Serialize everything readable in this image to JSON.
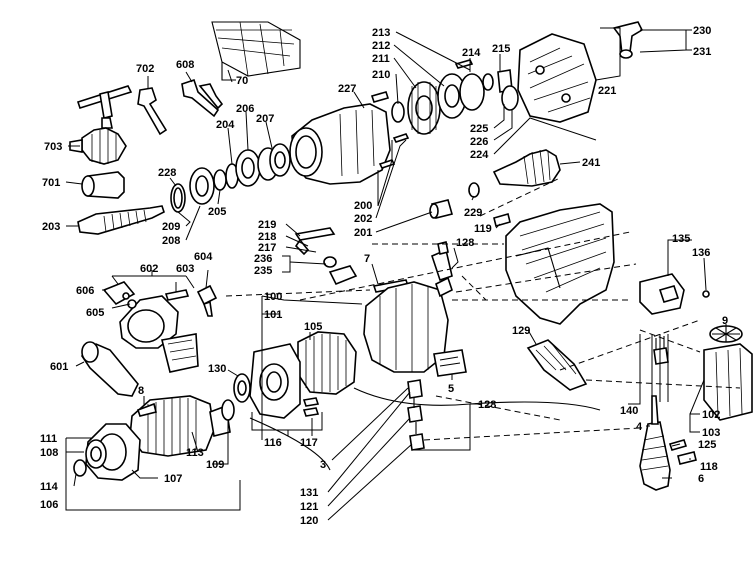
{
  "callouts": [
    {
      "id": "c213",
      "text": "213"
    },
    {
      "id": "c212",
      "text": "212"
    },
    {
      "id": "c214",
      "text": "214"
    },
    {
      "id": "c211",
      "text": "211"
    },
    {
      "id": "c215",
      "text": "215"
    },
    {
      "id": "c210",
      "text": "210"
    },
    {
      "id": "c230",
      "text": "230"
    },
    {
      "id": "c231",
      "text": "231"
    },
    {
      "id": "c221",
      "text": "221"
    },
    {
      "id": "c70",
      "text": "70"
    },
    {
      "id": "c702",
      "text": "702"
    },
    {
      "id": "c608",
      "text": "608"
    },
    {
      "id": "c227",
      "text": "227"
    },
    {
      "id": "c206",
      "text": "206"
    },
    {
      "id": "c204",
      "text": "204"
    },
    {
      "id": "c207",
      "text": "207"
    },
    {
      "id": "c225",
      "text": "225"
    },
    {
      "id": "c226",
      "text": "226"
    },
    {
      "id": "c224",
      "text": "224"
    },
    {
      "id": "c241",
      "text": "241"
    },
    {
      "id": "c703",
      "text": "703"
    },
    {
      "id": "c701",
      "text": "701"
    },
    {
      "id": "c228",
      "text": "228"
    },
    {
      "id": "c205",
      "text": "205"
    },
    {
      "id": "c209",
      "text": "209"
    },
    {
      "id": "c208",
      "text": "208"
    },
    {
      "id": "c203",
      "text": "203"
    },
    {
      "id": "c200",
      "text": "200"
    },
    {
      "id": "c202",
      "text": "202"
    },
    {
      "id": "c201",
      "text": "201"
    },
    {
      "id": "c229",
      "text": "229"
    },
    {
      "id": "c119",
      "text": "119"
    },
    {
      "id": "c219",
      "text": "219"
    },
    {
      "id": "c218",
      "text": "218"
    },
    {
      "id": "c217",
      "text": "217"
    },
    {
      "id": "c236",
      "text": "236"
    },
    {
      "id": "c235",
      "text": "235"
    },
    {
      "id": "c128a",
      "text": "128"
    },
    {
      "id": "c135",
      "text": "135"
    },
    {
      "id": "c136",
      "text": "136"
    },
    {
      "id": "c602",
      "text": "602"
    },
    {
      "id": "c606",
      "text": "606"
    },
    {
      "id": "c603",
      "text": "603"
    },
    {
      "id": "c604",
      "text": "604"
    },
    {
      "id": "c605",
      "text": "605"
    },
    {
      "id": "c7",
      "text": "7"
    },
    {
      "id": "c100",
      "text": "100"
    },
    {
      "id": "c101",
      "text": "101"
    },
    {
      "id": "c105",
      "text": "105"
    },
    {
      "id": "c601",
      "text": "601"
    },
    {
      "id": "c9",
      "text": "9"
    },
    {
      "id": "c129",
      "text": "129"
    },
    {
      "id": "c130",
      "text": "130"
    },
    {
      "id": "c5",
      "text": "5"
    },
    {
      "id": "c8",
      "text": "8"
    },
    {
      "id": "c140",
      "text": "140"
    },
    {
      "id": "c102",
      "text": "102"
    },
    {
      "id": "c103",
      "text": "103"
    },
    {
      "id": "c128b",
      "text": "128"
    },
    {
      "id": "c4",
      "text": "4"
    },
    {
      "id": "c125",
      "text": "125"
    },
    {
      "id": "c111",
      "text": "111"
    },
    {
      "id": "c116",
      "text": "116"
    },
    {
      "id": "c117",
      "text": "117"
    },
    {
      "id": "c108",
      "text": "108"
    },
    {
      "id": "c113",
      "text": "113"
    },
    {
      "id": "c109",
      "text": "109"
    },
    {
      "id": "c3",
      "text": "3"
    },
    {
      "id": "c118",
      "text": "118"
    },
    {
      "id": "c6",
      "text": "6"
    },
    {
      "id": "c107",
      "text": "107"
    },
    {
      "id": "c114",
      "text": "114"
    },
    {
      "id": "c131",
      "text": "131"
    },
    {
      "id": "c106",
      "text": "106"
    },
    {
      "id": "c121",
      "text": "121"
    },
    {
      "id": "c120",
      "text": "120"
    }
  ]
}
